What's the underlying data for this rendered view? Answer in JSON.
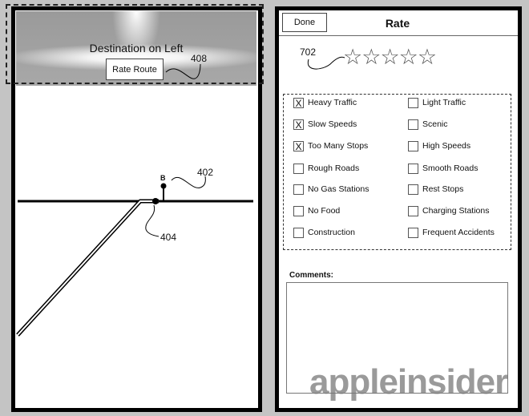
{
  "navigation": {
    "banner_text": "Destination on Left",
    "rate_route_button": "Rate Route",
    "ref_banner": "408",
    "ref_map": "402",
    "ref_location": "404",
    "destination_marker": "B"
  },
  "rating": {
    "done_button": "Done",
    "title": "Rate",
    "ref_stars": "702",
    "stars_total": 5,
    "stars_selected": 0,
    "star_glyph": "☆",
    "options": [
      {
        "label": "Heavy Traffic",
        "checked": true
      },
      {
        "label": "Light Traffic",
        "checked": false
      },
      {
        "label": "Slow Speeds",
        "checked": true
      },
      {
        "label": "Scenic",
        "checked": false
      },
      {
        "label": "Too Many Stops",
        "checked": true
      },
      {
        "label": "High Speeds",
        "checked": false
      },
      {
        "label": "Rough Roads",
        "checked": false
      },
      {
        "label": "Smooth Roads",
        "checked": false
      },
      {
        "label": "No Gas Stations",
        "checked": false
      },
      {
        "label": "Rest Stops",
        "checked": false
      },
      {
        "label": "No Food",
        "checked": false
      },
      {
        "label": "Charging Stations",
        "checked": false
      },
      {
        "label": "Construction",
        "checked": false
      },
      {
        "label": "Frequent Accidents",
        "checked": false
      }
    ],
    "check_mark": "X",
    "comments_label": "Comments:",
    "comments_value": ""
  },
  "watermark": "appleinsider"
}
